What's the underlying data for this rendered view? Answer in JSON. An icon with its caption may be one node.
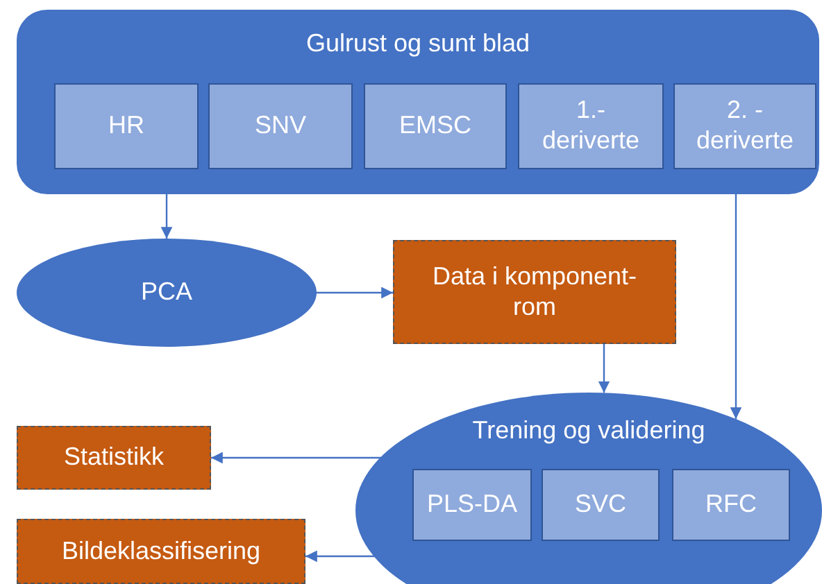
{
  "diagram": {
    "nodes": [
      {
        "text": [
          "Gulrust og sunt blad"
        ]
      },
      {
        "text": [
          "HR"
        ],
        "in": 0
      },
      {
        "text": [
          "SNV"
        ],
        "in": 0
      },
      {
        "text": [
          "EMSC"
        ],
        "in": 0
      },
      {
        "text": [
          "1.- deriverte"
        ],
        "in": 0
      },
      {
        "text": [
          "2. - deriverte"
        ],
        "in": 0
      },
      {
        "text": [
          "PCA"
        ]
      },
      {
        "text": [
          "Data i komponent- rom"
        ]
      },
      {
        "text": [
          "Trening og validering"
        ]
      },
      {
        "text": [
          "PLS-DA"
        ],
        "in": 8
      },
      {
        "text": [
          "SVC"
        ],
        "in": 8
      },
      {
        "text": [
          "RFC"
        ],
        "in": 8
      },
      {
        "text": [
          "Statistikk"
        ]
      },
      {
        "text": [
          "Bildeklassifisering"
        ]
      }
    ],
    "edges": [
      {
        "from": 0,
        "to": 6,
        "arrow": "to"
      },
      {
        "from": 6,
        "to": 7,
        "arrow": "to"
      },
      {
        "from": 0,
        "to": 8,
        "arrow": "to"
      },
      {
        "from": 7,
        "to": 8,
        "arrow": "to"
      },
      {
        "from": 8,
        "to": 12,
        "arrow": "to"
      },
      {
        "from": 8,
        "to": 13,
        "arrow": "to"
      }
    ]
  }
}
